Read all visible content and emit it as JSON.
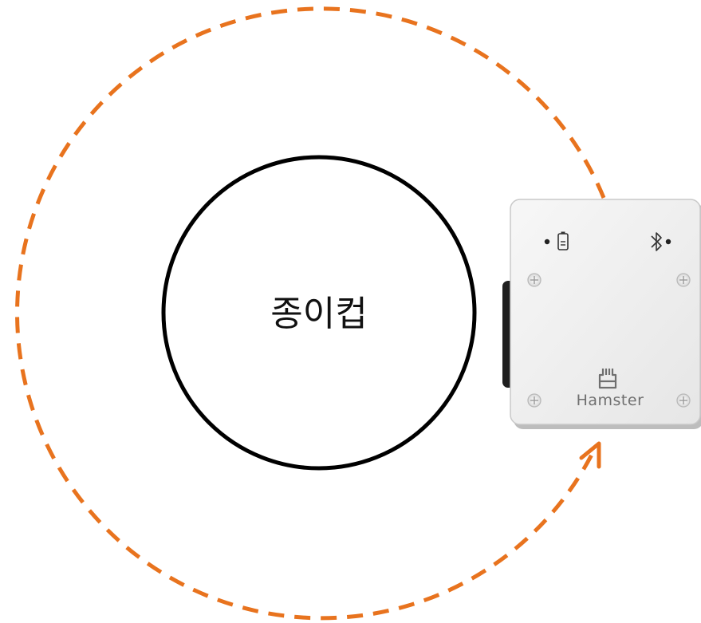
{
  "cup": {
    "label": "종이컵"
  },
  "robot": {
    "brand": "Hamster",
    "icons": [
      "battery-icon",
      "bluetooth-icon",
      "hamster-logo-icon",
      "screw-icon"
    ]
  },
  "path": {
    "direction": "counterclockwise",
    "style": "dashed",
    "color": "#E8731E"
  },
  "colors": {
    "cup_outline": "#000000",
    "robot_body": "#f3f3f3",
    "robot_edge": "#c9c9c9",
    "wheel": "#1f1f1f"
  }
}
